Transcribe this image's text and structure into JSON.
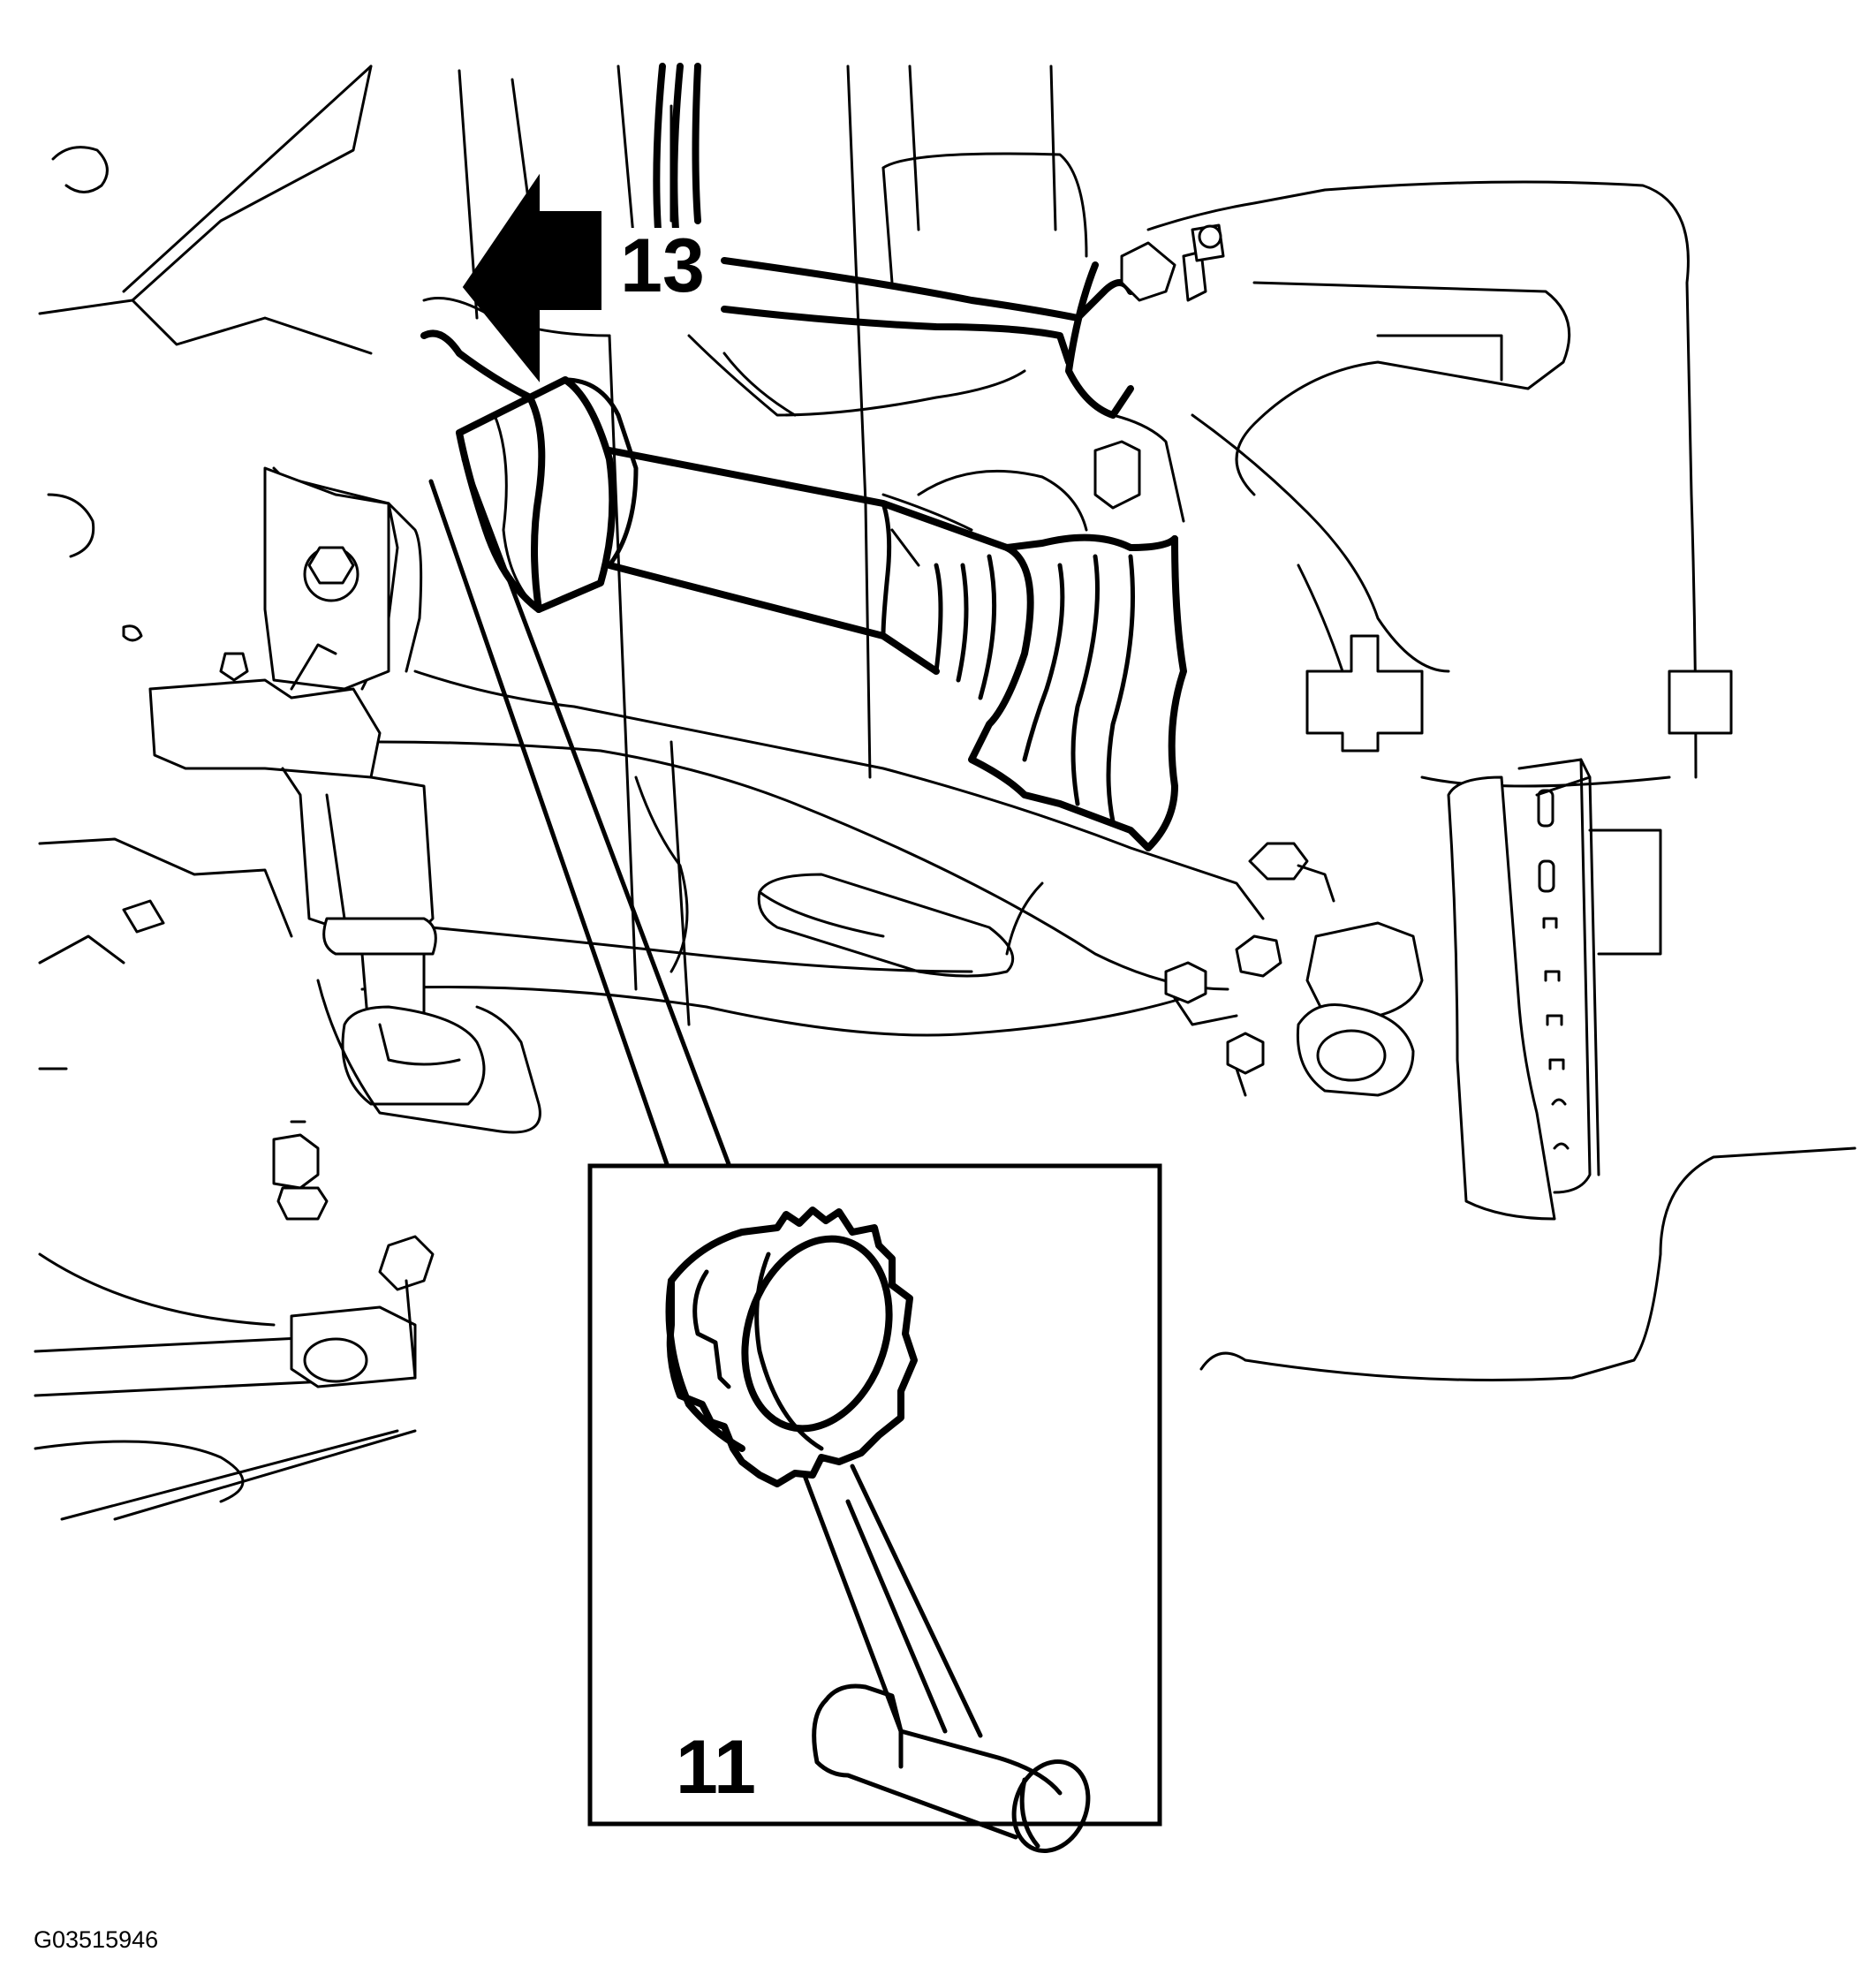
{
  "figure": {
    "callouts": {
      "arrow_label": "13",
      "tool_label": "11"
    },
    "figure_id": "G03515946",
    "icons": [
      "direction-arrow-icon",
      "drive-shaft-removal-tool-icon"
    ]
  }
}
